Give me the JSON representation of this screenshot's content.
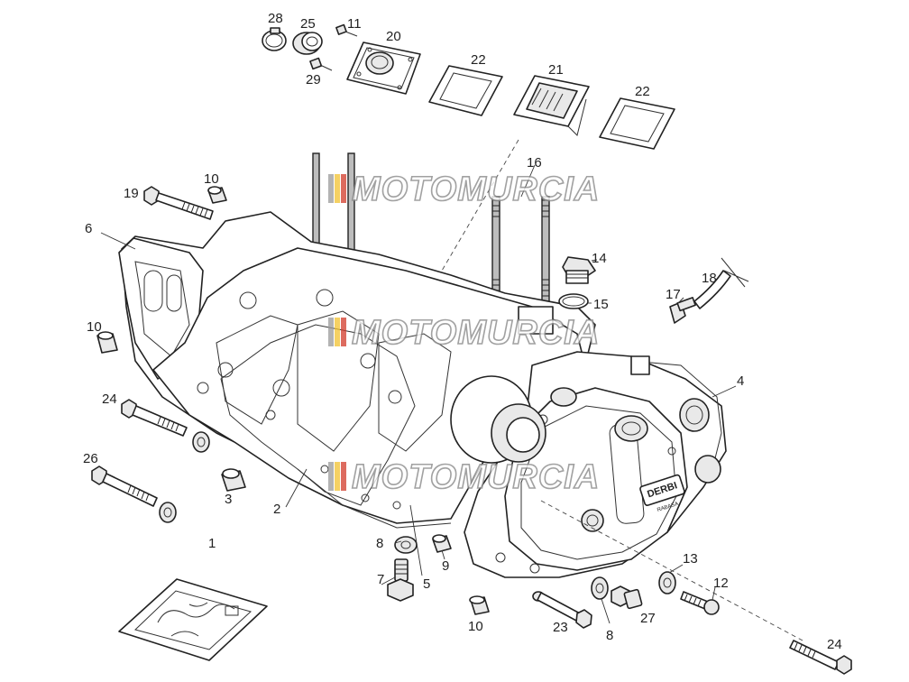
{
  "watermark": "MOTOMURCIA",
  "colors": {
    "line": "#222222",
    "flag_red": "#d23a2a",
    "flag_yellow": "#f2c230",
    "flag_gray": "#9a9a9a"
  },
  "callouts": {
    "c1": "1",
    "c2": "2",
    "c3": "3",
    "c4": "4",
    "c5": "5",
    "c6": "6",
    "c7": "7",
    "c8a": "8",
    "c8b": "8",
    "c9": "9",
    "c10a": "10",
    "c10b": "10",
    "c10c": "10",
    "c11": "11",
    "c12": "12",
    "c13": "13",
    "c14": "14",
    "c15": "15",
    "c16": "16",
    "c17": "17",
    "c18": "18",
    "c19": "19",
    "c20": "20",
    "c21": "21",
    "c22a": "22",
    "c22b": "22",
    "c23": "23",
    "c24a": "24",
    "c24b": "24",
    "c25": "25",
    "c26": "26",
    "c27": "27",
    "c28": "28",
    "c29": "29"
  },
  "cover_brand": "DERBI",
  "cover_sub": "RABASA"
}
